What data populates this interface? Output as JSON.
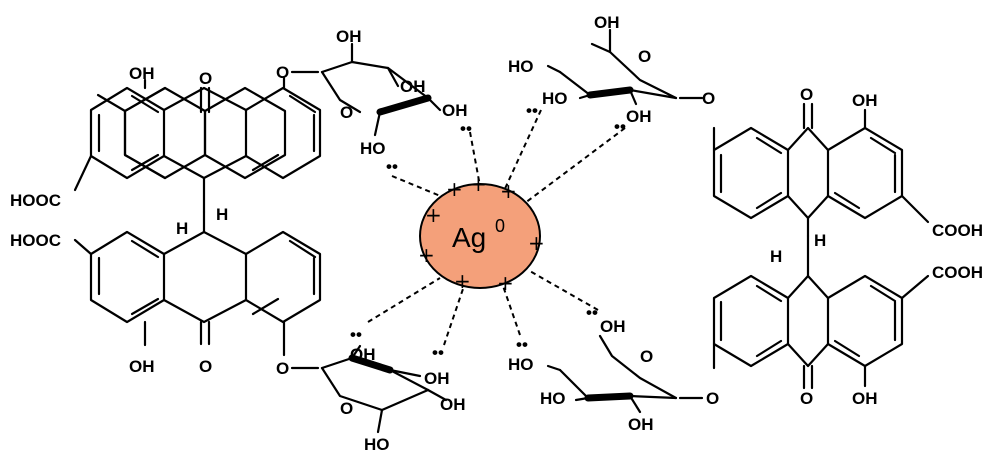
{
  "nanoparticle": {
    "label": "Ag",
    "superscript": "0",
    "fill_color": "#f4a07a",
    "charge_symbol": "+"
  },
  "labels": {
    "hydroxyl": "OH",
    "hydroxyl_left": "HO",
    "carbonyl": "O",
    "ring_oxygen": "O",
    "ether_oxygen": "O",
    "hydrogen": "H",
    "carboxyl_left": "HOOC",
    "carboxyl_right": "COOH",
    "lone_pair": "••"
  }
}
